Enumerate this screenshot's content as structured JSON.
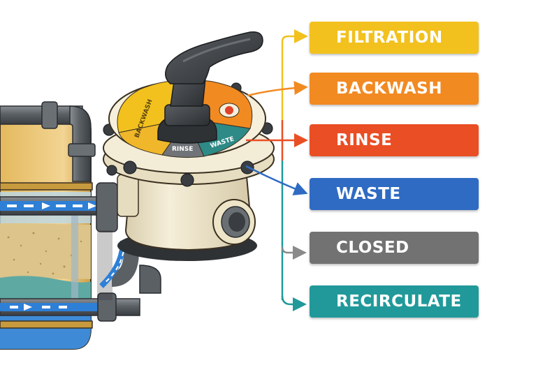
{
  "dial": {
    "segment_left": "BACKWASH",
    "segment_bottom_left": "RINSE",
    "segment_bottom_right": "WASTE"
  },
  "modes": [
    {
      "label": "FILTRATION",
      "color": "#f2c11d"
    },
    {
      "label": "BACKWASH",
      "color": "#f28a22"
    },
    {
      "label": "RINSE",
      "color": "#ea4e24"
    },
    {
      "label": "WASTE",
      "color": "#2f6bc3"
    },
    {
      "label": "CLOSED",
      "color": "#727272"
    },
    {
      "label": "RECIRCULATE",
      "color": "#21999a"
    }
  ],
  "colors": {
    "valve_body": "#efe6cc",
    "handle": "#3a3d40",
    "water": "#2e7fd6",
    "sand": "#dcc48a",
    "tank": "#e9c574"
  }
}
